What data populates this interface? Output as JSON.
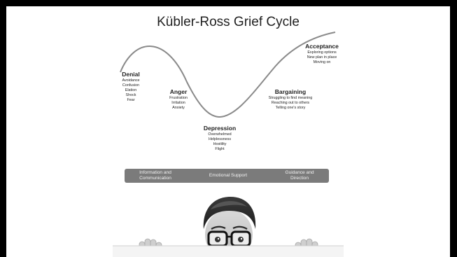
{
  "title": "Kübler-Ross Grief Cycle",
  "stages": [
    {
      "name": "Denial",
      "items": [
        "Avoidance",
        "Confusion",
        "Elation",
        "Shock",
        "Fear"
      ]
    },
    {
      "name": "Anger",
      "items": [
        "Frustration",
        "Irritation",
        "Anxiety"
      ]
    },
    {
      "name": "Depression",
      "items": [
        "Overwhelmed",
        "Helplessness",
        "Hostility",
        "Flight"
      ]
    },
    {
      "name": "Bargaining",
      "items": [
        "Struggling to find meaning",
        "Reaching out to others",
        "Telling one's story"
      ]
    },
    {
      "name": "Acceptance",
      "items": [
        "Exploring options",
        "New plan in place",
        "Moving on"
      ]
    }
  ],
  "banner": {
    "left": "Information and Communication",
    "center": "Emotional Support",
    "right": "Guidance and Direction"
  },
  "colors": {
    "frame": "#000000",
    "curve": "#8a8a8a",
    "banner": "#7b7b7b",
    "banner_text": "#f2f2f2"
  }
}
